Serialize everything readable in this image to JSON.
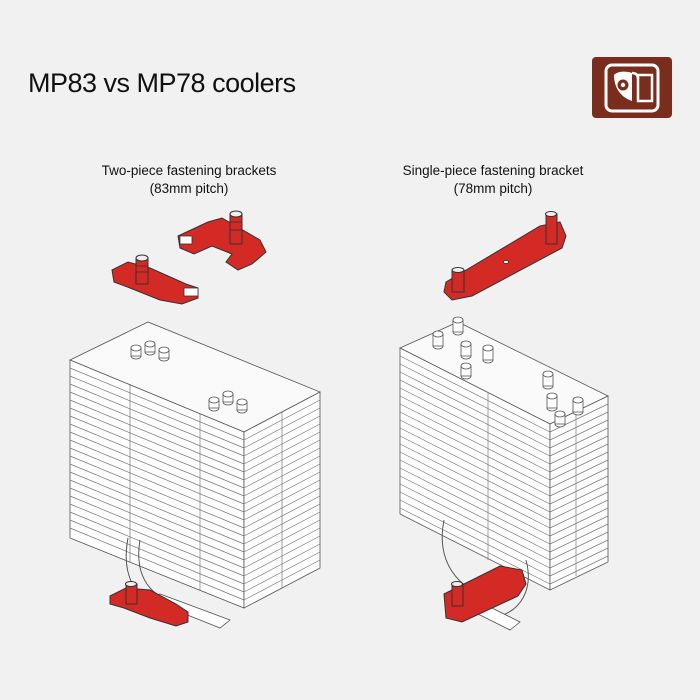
{
  "title": "MP83 vs MP78 coolers",
  "logo": {
    "icon": "owl-logo-icon",
    "color": "#7b2d1d"
  },
  "colors": {
    "bracket": "#d42a26",
    "heatsink_fill": "#ffffff",
    "outline": "#555555",
    "background": "#f1f1f1"
  },
  "left": {
    "caption_line1": "Two-piece fastening brackets",
    "caption_line2": "(83mm pitch)"
  },
  "right": {
    "caption_line1": "Single-piece fastening bracket",
    "caption_line2": "(78mm pitch)"
  }
}
